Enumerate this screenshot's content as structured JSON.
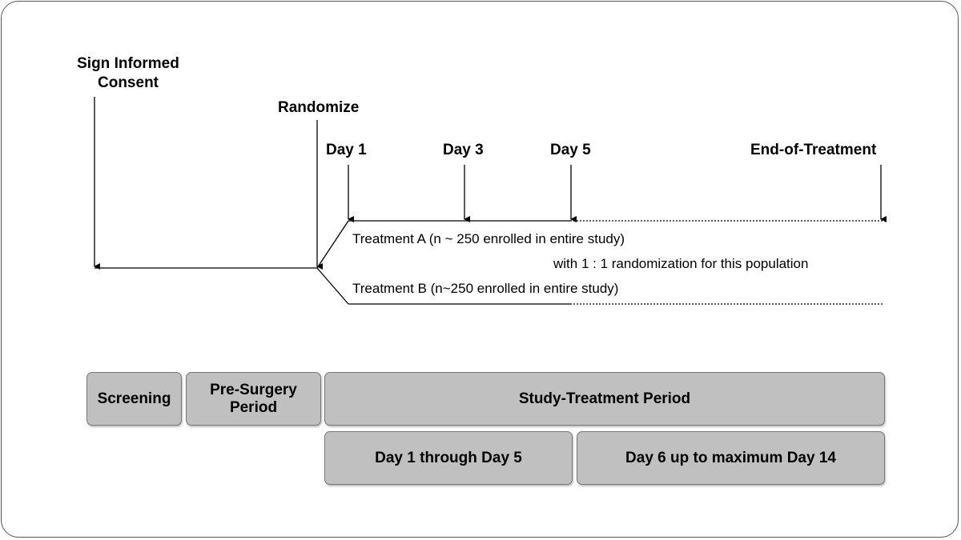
{
  "timeline": {
    "consent_label": "Sign Informed Consent",
    "randomize_label": "Randomize",
    "day1_label": "Day 1",
    "day3_label": "Day 3",
    "day5_label": "Day 5",
    "eot_label": "End-of-Treatment"
  },
  "arms": {
    "treatment_a": "Treatment A (n ~ 250 enrolled in entire study)",
    "randomization_note": "with 1 : 1 randomization for this population",
    "treatment_b": "Treatment B (n~250 enrolled in entire study)"
  },
  "periods": {
    "screening": "Screening",
    "pre_surgery": "Pre-Surgery Period",
    "study_treatment": "Study-Treatment Period",
    "day1_5": "Day 1 through Day 5",
    "day6_14": "Day 6 up to maximum Day 14"
  },
  "colors": {
    "box_fill": "#c0c0c0",
    "line": "#000000"
  }
}
